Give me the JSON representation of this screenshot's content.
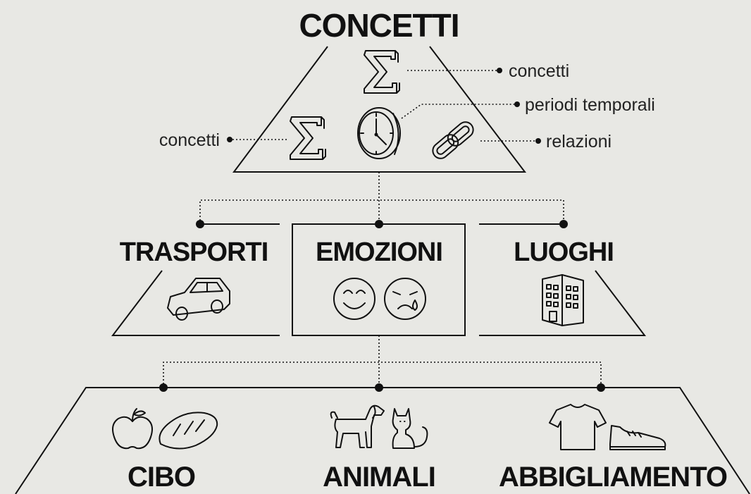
{
  "top": {
    "title": "CONCETTI",
    "labels": {
      "sigma_right": "concetti",
      "clock": "periodi temporali",
      "sigma_left": "concetti",
      "link": "relazioni"
    }
  },
  "middle": {
    "left_title": "TRASPORTI",
    "center_title": "EMOZIONI",
    "right_title": "LUOGHI"
  },
  "bottom": {
    "left_title": "CIBO",
    "center_title": "ANIMALI",
    "right_title": "ABBIGLIAMENTO"
  },
  "icons": {
    "top": [
      "sigma-icon",
      "sigma-icon",
      "clock-icon",
      "chain-link-icon"
    ],
    "trasporti": [
      "car-icon"
    ],
    "emozioni": [
      "smiling-face-icon",
      "crying-face-icon"
    ],
    "luoghi": [
      "building-icon"
    ],
    "cibo": [
      "apple-icon",
      "bread-icon"
    ],
    "animali": [
      "dog-icon",
      "cat-icon"
    ],
    "abbigliamento": [
      "t-shirt-icon",
      "sneaker-icon"
    ]
  }
}
